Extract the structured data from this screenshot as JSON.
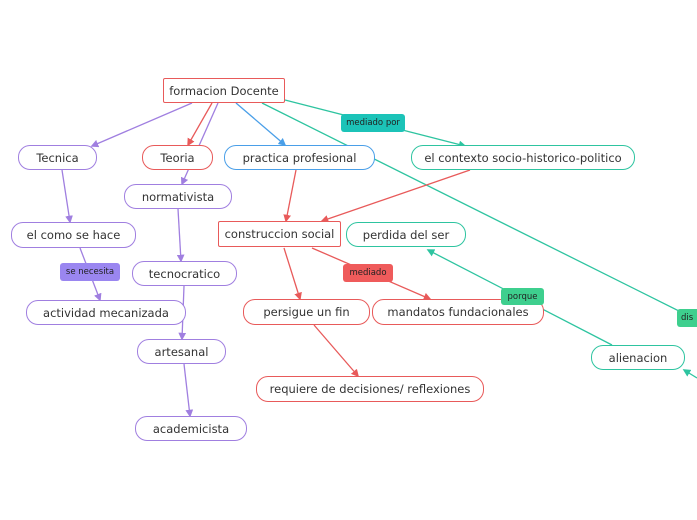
{
  "nodes": {
    "root": "formacion Docente",
    "tecnica": "Tecnica",
    "teoria": "Teoria",
    "practica": "practica profesional",
    "contexto": "el contexto socio-historico-politico",
    "normativista": "normativista",
    "como": "el como se hace",
    "construccion": "construccion social",
    "perdida": "perdida del ser",
    "tecnocratico": "tecnocratico",
    "actividad": "actividad mecanizada",
    "persigue": "persigue un fin",
    "mandatos": "mandatos fundacionales",
    "artesanal": "artesanal",
    "alienacion": "alienacion",
    "requiere": "requiere de decisiones/ reflexiones",
    "academicista": "academicista"
  },
  "labels": {
    "mediado_por": "mediado por",
    "se_necesita": "se necesita",
    "mediado": "mediado",
    "porque": "porque",
    "dis": "dis"
  },
  "colors": {
    "red": "#e85a5a",
    "purple": "#a07fe0",
    "blue": "#4a9fe8",
    "teal": "#2ec4a0",
    "label_teal": "#1cc3b8",
    "label_purple": "#9a86f0",
    "label_red": "#ef5b5b",
    "label_green": "#3ecf8e"
  }
}
